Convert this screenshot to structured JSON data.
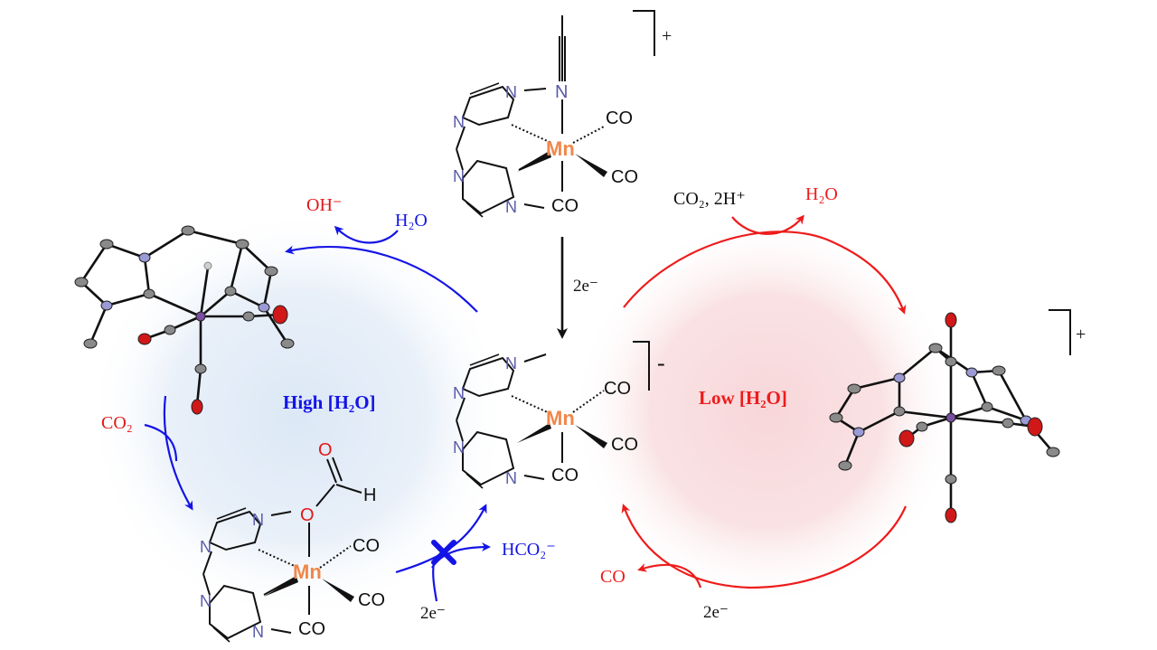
{
  "colors": {
    "high_cycle": "#1414e6",
    "low_cycle": "#ee1b1b",
    "manganese": "#f0874a",
    "nitrogen": "#5a5aa8",
    "oxygen_red": "#e01818",
    "bond": "#111111",
    "high_glow": "#dce8f6",
    "low_glow": "#f8d6d9"
  },
  "labels": {
    "cycle_high": "High [H₂O]",
    "cycle_low": "Low [H₂O]",
    "step_center_reduction": "2e⁻",
    "charge_top": "+",
    "charge_center": "-",
    "charge_right": "+"
  },
  "high_cycle": {
    "reagent_water": "H₂O",
    "product_hydroxide": "OH⁻",
    "reagent_co2": "CO₂",
    "reagent_electrons": "2e⁻",
    "product_formate": "HCO₂⁻"
  },
  "low_cycle": {
    "reagents": "CO₂, 2H⁺",
    "product_water": "H₂O",
    "product_co": "CO",
    "reagent_electrons": "2e⁻"
  },
  "atoms": {
    "manganese": "Mn",
    "nitrogen": "N",
    "carbonyl": "CO",
    "oxygen": "O",
    "hydrogen": "H"
  }
}
